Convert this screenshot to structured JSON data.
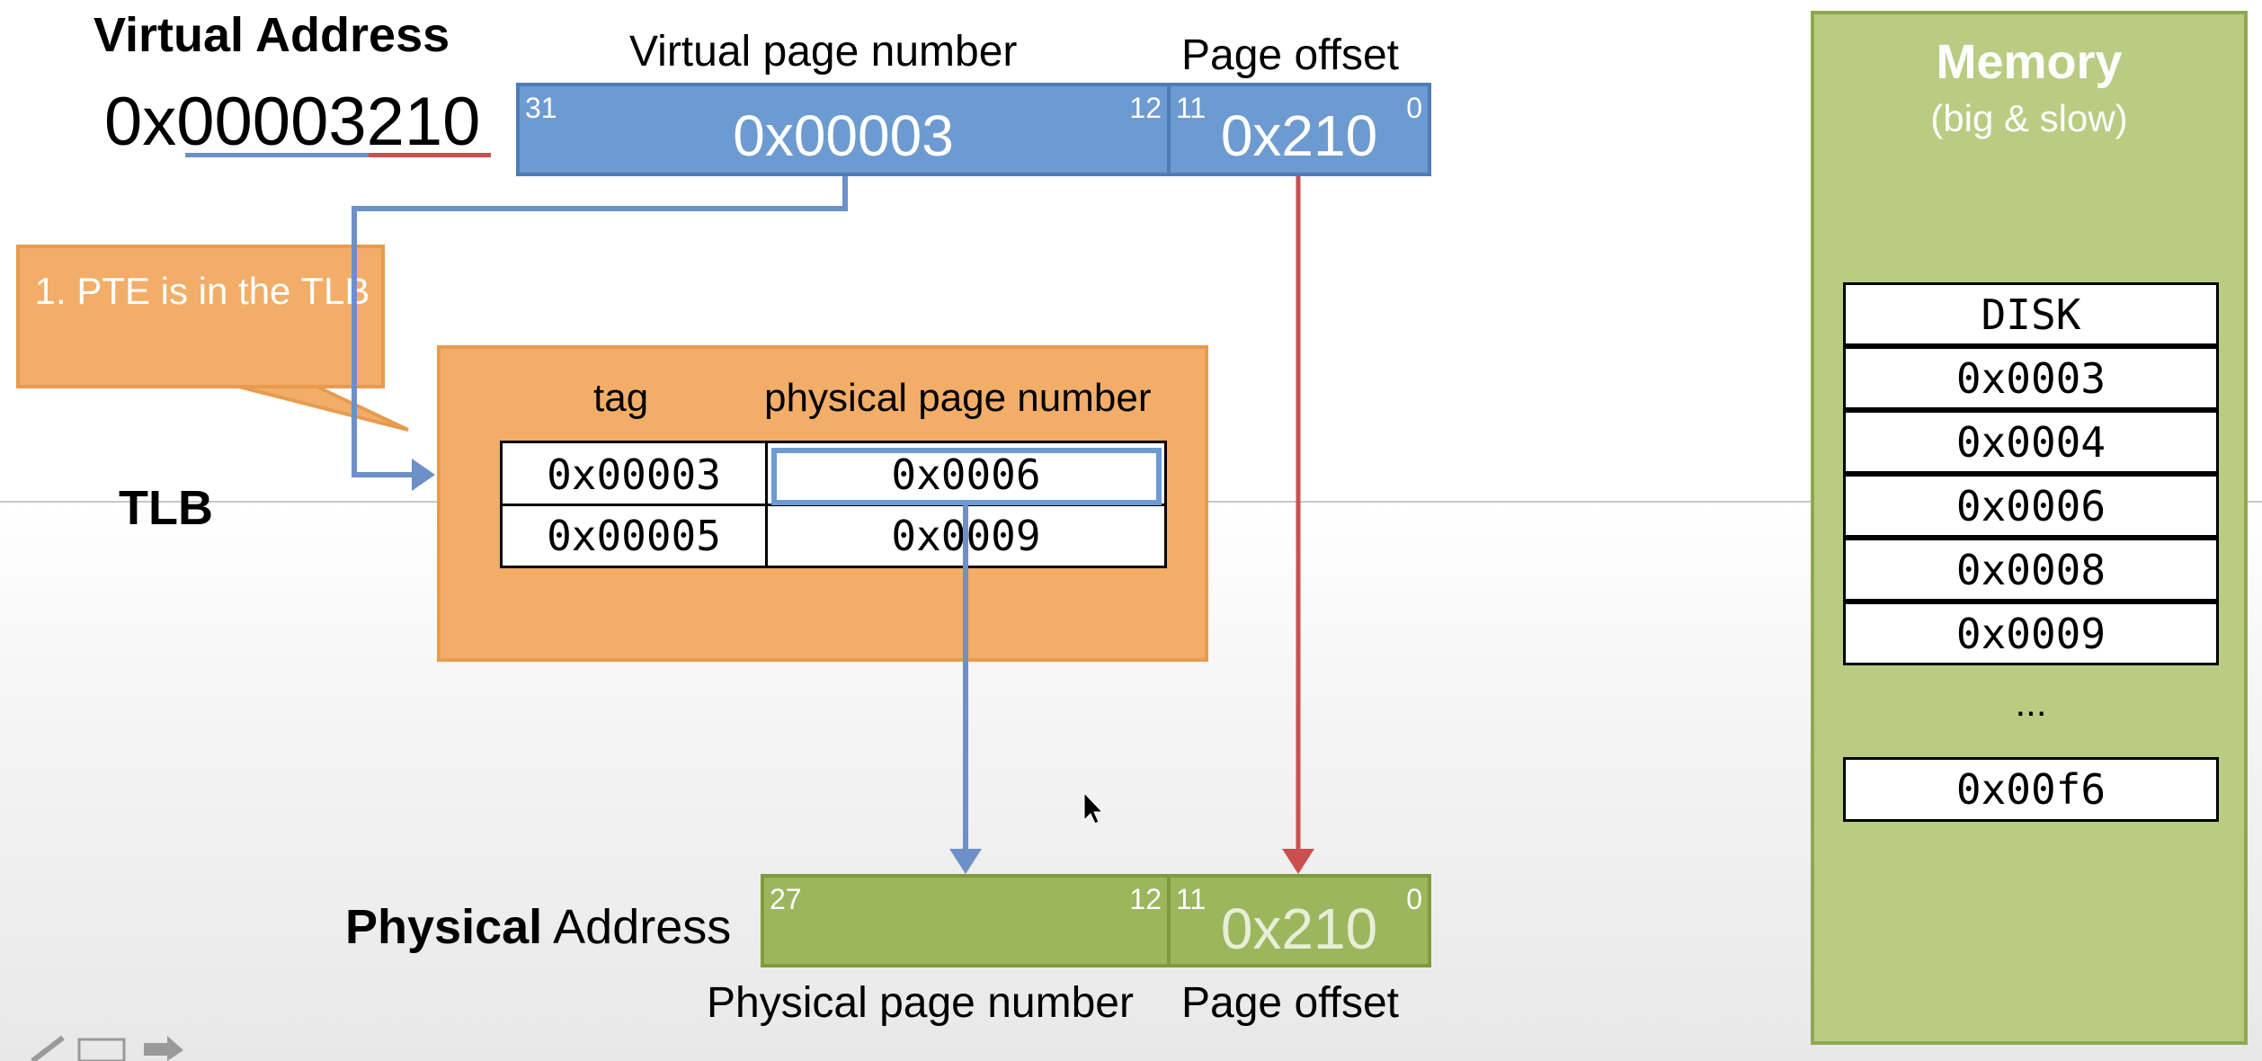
{
  "virtual_address": {
    "title": "Virtual Address",
    "value": "0x00003210",
    "vpn_label": "Virtual page number",
    "offset_label": "Page offset",
    "vpn_value": "0x00003",
    "offset_value": "0x210",
    "bits": {
      "vpn_high": "31",
      "vpn_low": "12",
      "off_high": "11",
      "off_low": "0"
    }
  },
  "callout": {
    "text": "1. PTE is in the TLB"
  },
  "tlb": {
    "label": "TLB",
    "headers": {
      "tag": "tag",
      "ppn": "physical page number"
    },
    "rows": [
      {
        "tag": "0x00003",
        "ppn": "0x0006"
      },
      {
        "tag": "0x00005",
        "ppn": "0x0009"
      }
    ]
  },
  "physical_address": {
    "title_bold": "Physical",
    "title_rest": " Address",
    "offset_value": "0x210",
    "ppn_label": "Physical page number",
    "offset_label": "Page offset",
    "bits": {
      "ppn_high": "27",
      "ppn_low": "12",
      "off_high": "11",
      "off_low": "0"
    }
  },
  "memory": {
    "title": "Memory",
    "subtitle": "(big & slow)",
    "rows": [
      "DISK",
      "0x0003",
      "0x0004",
      "0x0006",
      "0x0008",
      "0x0009"
    ],
    "ellipsis": "...",
    "last": "0x00f6"
  },
  "colors": {
    "virtual_box": "#6d9bd1",
    "tlb": "#f2ad68",
    "physical_box": "#9bb65c",
    "memory": "#b9cc82",
    "arrow_blue": "#6d90c9",
    "arrow_red": "#c9504f"
  }
}
